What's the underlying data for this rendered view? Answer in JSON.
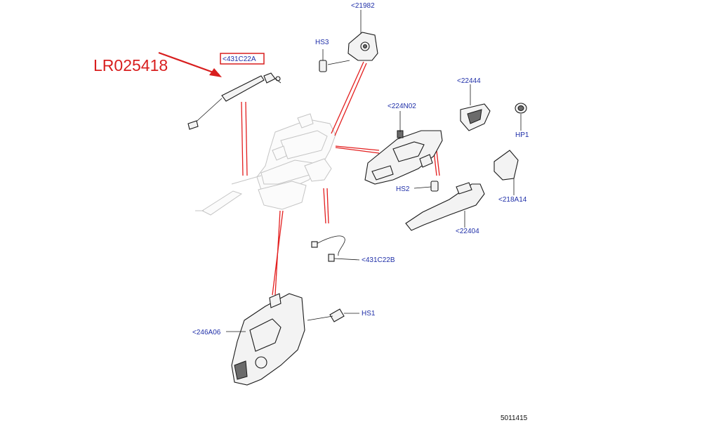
{
  "reference_callout": "LR025418",
  "figure_number": "5011415",
  "highlight_color": "#d81e1e",
  "label_color": "#1f2fa8",
  "labels": {
    "l21982": "<21982",
    "hs3": "HS3",
    "l431c22a": "<431C22A",
    "l22444": "<22444",
    "l224n02": "<224N02",
    "hp1": "HP1",
    "hs2": "HS2",
    "l218a14": "<218A14",
    "l22404": "<22404",
    "l431c22b": "<431C22B",
    "hs1": "HS1",
    "l246a06": "<246A06"
  }
}
